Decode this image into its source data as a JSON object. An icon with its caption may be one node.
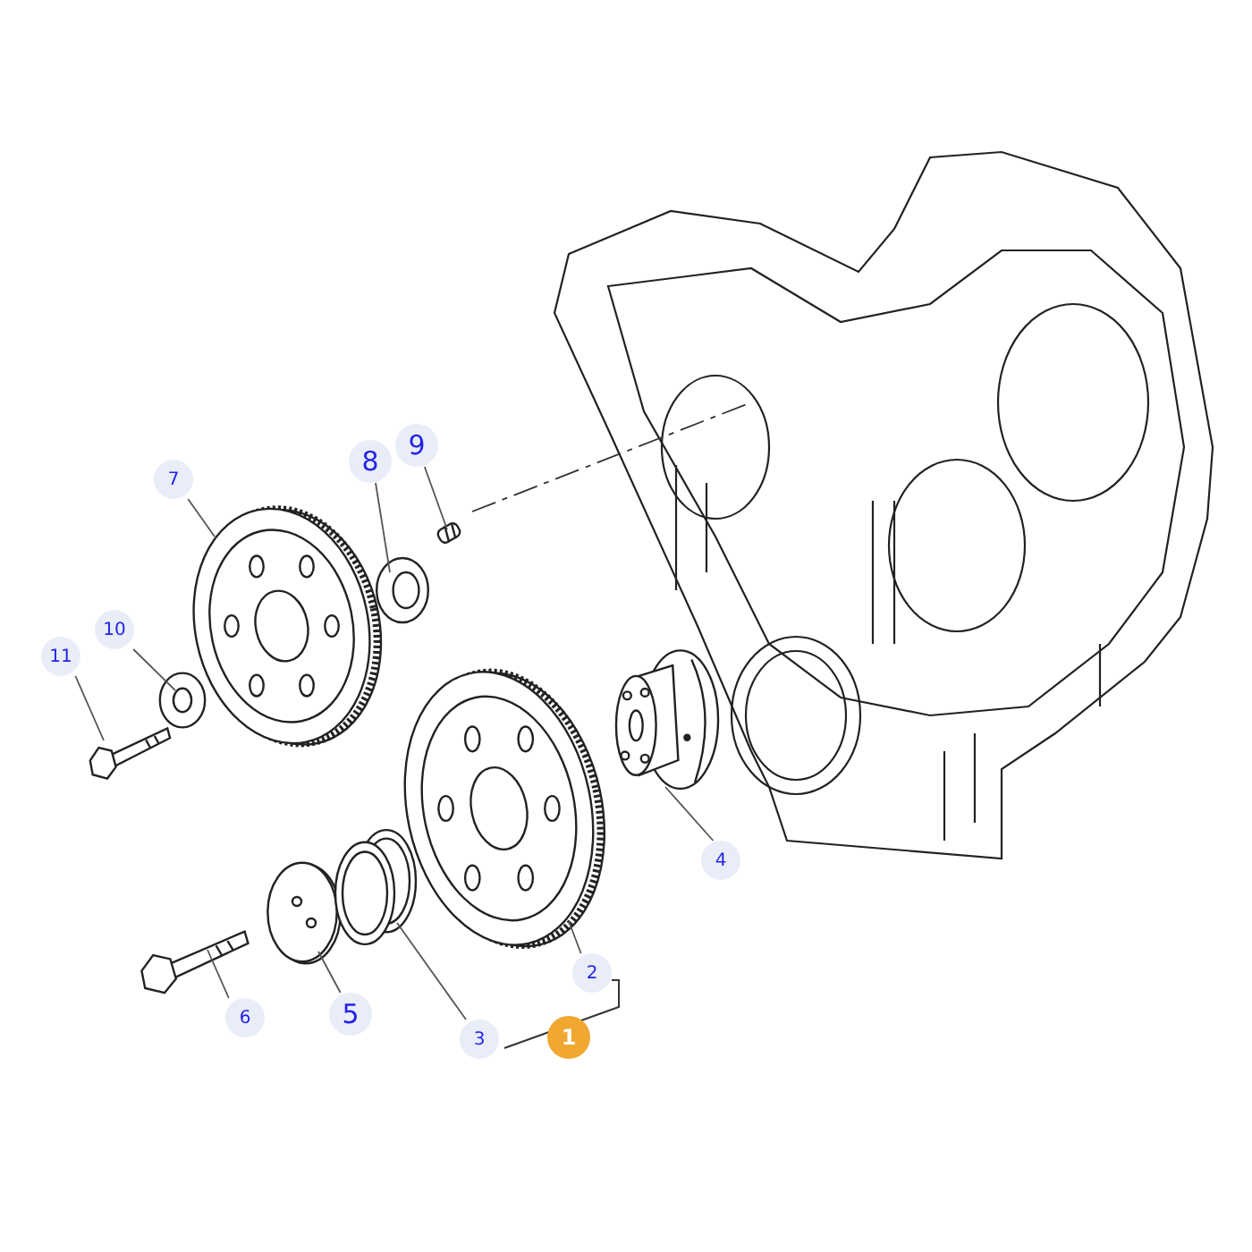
{
  "diagram": {
    "nodes": [
      {
        "text": [
          "7"
        ]
      },
      {
        "text": [
          "8"
        ]
      },
      {
        "text": [
          "9"
        ]
      },
      {
        "text": [
          "10"
        ]
      },
      {
        "text": [
          "11"
        ]
      },
      {
        "text": [
          "4"
        ]
      },
      {
        "text": [
          "2"
        ]
      },
      {
        "text": [
          "6"
        ]
      },
      {
        "text": [
          "5"
        ]
      },
      {
        "text": [
          "3"
        ]
      },
      {
        "text": [],
        "shape": "picture"
      },
      {
        "text": [],
        "shape": "picture"
      },
      {
        "text": [],
        "shape": "picture"
      },
      {
        "text": [],
        "shape": "picture"
      },
      {
        "text": [],
        "shape": "picture"
      },
      {
        "text": [],
        "shape": "picture"
      },
      {
        "text": [],
        "shape": "picture"
      },
      {
        "text": [],
        "shape": "picture"
      },
      {
        "text": [],
        "shape": "picture"
      },
      {
        "text": [],
        "shape": "picture"
      }
    ],
    "edges": [
      {
        "from": 0,
        "to": 10,
        "arrow": "none"
      },
      {
        "from": 1,
        "to": 11,
        "arrow": "none"
      },
      {
        "from": 2,
        "to": 12,
        "arrow": "none"
      },
      {
        "from": 3,
        "to": 13,
        "arrow": "none"
      },
      {
        "from": 4,
        "to": 14,
        "arrow": "none"
      },
      {
        "from": 5,
        "to": 15,
        "arrow": "none"
      },
      {
        "from": 6,
        "to": 16,
        "arrow": "none"
      },
      {
        "from": 7,
        "to": 17,
        "arrow": "none"
      },
      {
        "from": 8,
        "to": 18,
        "arrow": "none"
      },
      {
        "from": 9,
        "to": 19,
        "arrow": "none"
      }
    ],
    "labels": [
      "1"
    ]
  }
}
